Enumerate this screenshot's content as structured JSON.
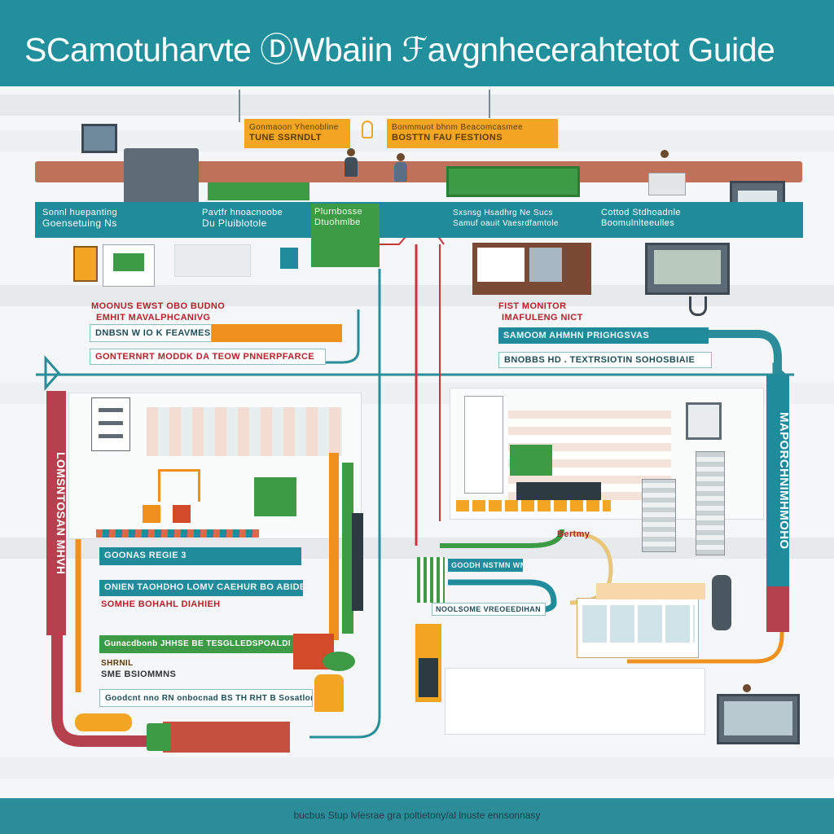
{
  "header": {
    "title": "SCamotuharvte ⒹWbaiin ℱavgnhecerahtetot Guide",
    "bg": "#22909c"
  },
  "footer": {
    "caption": "bucbus Stup lvlesrae gra poltietony/al lnuste ennsonnasy",
    "bg": "#2a8d99"
  },
  "top_callouts": [
    {
      "line1": "Gonmaoon Yhenobline",
      "line2": "TUNE SSRNDLT"
    },
    {
      "line1": "Bonmmuot bhnm Beacomcasmee",
      "line2": "BOSTTN FAU FESTIONS"
    }
  ],
  "teal_row": [
    {
      "line1": "Sonnl huepanting",
      "line2": "Goensetuing Ns"
    },
    {
      "line1": "Pavtfr hnoacnoobe",
      "line2": "Du Pluiblotole"
    },
    {
      "line1": "Plurnbosse",
      "line2": "Dtuohmlbe"
    },
    {
      "line1": "Sxsnsg Hsadhrg Ne Sucs",
      "line2": "Samuf oauit Vaesrdfamtole"
    },
    {
      "line1": "Cottod Stdhoadnle",
      "line2": "Boomulnlteeulles"
    }
  ],
  "left_block": {
    "head1": "MOONUS EWST OBO BUDNO",
    "head2": "EMHIT MAVALPHCANIVG",
    "bar1": "DNBSN W IO K FEAVMES",
    "bar2": "GONTERNRT MODDK DA TEOW PNNERPFARCE"
  },
  "right_block": {
    "head1": "FIST MONITOR",
    "head2": "IMAFULENG NICT",
    "bar1": "SAMOOM AHMHN PRIGHGSVAS",
    "bar2": "BNOBBS HD . TEXTRSIOTIN SOHOSBIAIE"
  },
  "left_vertical": "LOMSNTOSAN MHVH",
  "right_vertical": "MAPORCHNIMHMOHO",
  "lower_left": [
    {
      "text": "GOONAS REGIE 3",
      "style": "teal"
    },
    {
      "text": "ONIEN TAOHDHO LOMV CAEHUR BO ABIDEON",
      "style": "teal"
    },
    {
      "text": "SOMHE BOHAHL DIAHIEH",
      "style": "red"
    },
    {
      "text": "Gunacdbonb JHHSE BE TESGLLEDSPOALDME",
      "style": "green"
    },
    {
      "text": "SHRNIL",
      "style": "plain"
    },
    {
      "text": "SME BSIOMMNS",
      "style": "plain"
    },
    {
      "text": "Goodcnt nno RN onbocnad BS TH RHT B Sosatlom",
      "style": "teal"
    }
  ],
  "lower_right": [
    {
      "text": "Bertmy",
      "style": "red"
    },
    {
      "text": "GOODH NSTMN WNRTOMN",
      "style": "teal"
    },
    {
      "text": "NOOLSOME VREOEEDIHAN",
      "style": "white"
    }
  ],
  "colors": {
    "teal": "#1f8b9b",
    "orange": "#f0901c",
    "green": "#3d9b46",
    "red": "#b5222a",
    "brown": "#c0715a",
    "mustard": "#f2a623"
  }
}
